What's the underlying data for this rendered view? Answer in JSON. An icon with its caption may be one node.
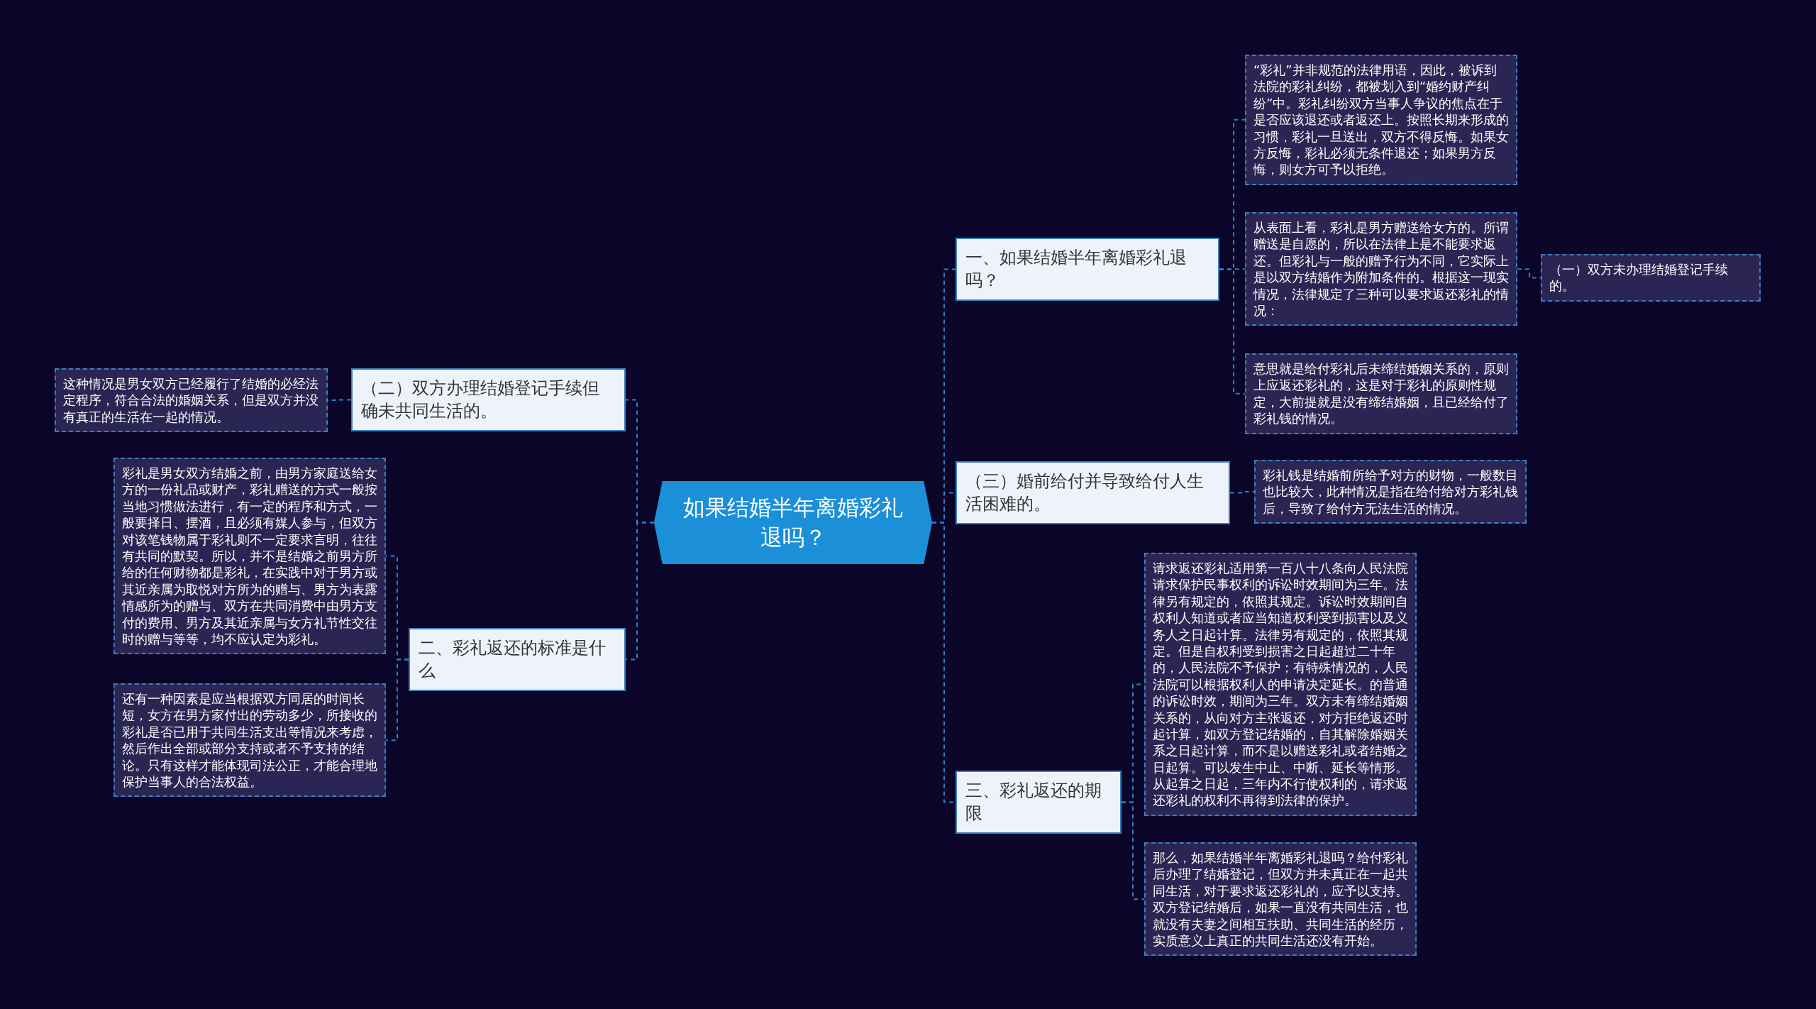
{
  "diagram": {
    "nodes": [
      {
        "text": [
          "如果结婚半年离婚彩礼退吗？"
        ]
      },
      {
        "text": [
          "（二）双方办理结婚登记手续但确未共同生活的。"
        ]
      },
      {
        "text": [
          "这种情况是男女双方已经履行了结婚的必经法定程序，符合合法的婚姻关系，但是双方并没有真正的生活在一起的情况。"
        ]
      },
      {
        "text": [
          "二、彩礼返还的标准是什么"
        ]
      },
      {
        "text": [
          "彩礼是男女双方结婚之前，由男方家庭送给女方的一份礼品或财产，彩礼赠送的方式一般按当地习惯做法进行，有一定的程序和方式，一般要择日、摆酒，且必须有媒人参与，但双方对该笔钱物属于彩礼则不一定要求言明，往往有共同的默契。所以，并不是结婚之前男方所给的任何财物都是彩礼，在实践中对于男方或其近亲属为取悦对方所为的赠与、男方为表露情感所为的赠与、双方在共同消费中由男方支付的费用、男方及其近亲属与女方礼节性交往时的赠与等等，均不应认定为彩礼。"
        ]
      },
      {
        "text": [
          "还有一种因素是应当根据双方同居的时间长短，女方在男方家付出的劳动多少，所接收的彩礼是否已用于共同生活支出等情况来考虑，然后作出全部或部分支持或者不予支持的结论。只有这样才能体现司法公正，才能合理地保护当事人的合法权益。"
        ]
      },
      {
        "text": [
          "一、如果结婚半年离婚彩礼退吗？"
        ]
      },
      {
        "text": [
          "“彩礼”并非规范的法律用语，因此，被诉到法院的彩礼纠纷，都被划入到“婚约财产纠纷”中。彩礼纠纷双方当事人争议的焦点在于是否应该退还或者返还上。按照长期来形成的习惯，彩礼一旦送出，双方不得反悔。如果女方反悔，彩礼必须无条件退还；如果男方反悔，则女方可予以拒绝。"
        ]
      },
      {
        "text": [
          "从表面上看，彩礼是男方赠送给女方的。所谓赠送是自愿的，所以在法律上是不能要求返还。但彩礼与一般的赠予行为不同，它实际上是以双方结婚作为附加条件的。根据这一现实情况，法律规定了三种可以要求返还彩礼的情况："
        ]
      },
      {
        "text": [
          "（一）双方未办理结婚登记手续的。"
        ]
      },
      {
        "text": [
          "意思就是给付彩礼后未缔结婚姻关系的，原则上应返还彩礼的，这是对于彩礼的原则性规定，大前提就是没有缔结婚姻，且已经给付了彩礼钱的情况。"
        ]
      },
      {
        "text": [
          "（三）婚前给付并导致给付人生活困难的。"
        ]
      },
      {
        "text": [
          "彩礼钱是结婚前所给予对方的财物，一般数目也比较大，此种情况是指在给付给对方彩礼钱后，导致了给付方无法生活的情况。"
        ]
      },
      {
        "text": [
          "三、彩礼返还的期限"
        ]
      },
      {
        "text": [
          "请求返还彩礼适用第一百八十八条向人民法院请求保护民事权利的诉讼时效期间为三年。法律另有规定的，依照其规定。诉讼时效期间自权利人知道或者应当知道权利受到损害以及义务人之日起计算。法律另有规定的，依照其规定。但是自权利受到损害之日起超过二十年的，人民法院不予保护；有特殊情况的，人民法院可以根据权利人的申请决定延长。的普通的诉讼时效，期间为三年。双方未有缔结婚姻关系的，从向对方主张返还，对方拒绝返还时起计算，如双方登记结婚的，自其解除婚姻关系之日起计算，而不是以赠送彩礼或者结婚之日起算。可以发生中止、中断、延长等情形。从起算之日起，三年内不行使权利的，请求返还彩礼的权利不再得到法律的保护。"
        ]
      },
      {
        "text": [
          "那么，如果结婚半年离婚彩礼退吗？给付彩礼后办理了结婚登记，但双方并未真正在一起共同生活，对于要求返还彩礼的，应予以支持。双方登记结婚后，如果一直没有共同生活，也就没有夫妻之间相互扶助、共同生活的经历，实质意义上真正的共同生活还没有开始。"
        ]
      }
    ],
    "edges": [
      {
        "from": 0,
        "to": 1,
        "arrow": "none",
        "style": "dashed"
      },
      {
        "from": 1,
        "to": 2,
        "arrow": "none",
        "style": "dashed"
      },
      {
        "from": 0,
        "to": 3,
        "arrow": "none",
        "style": "dashed"
      },
      {
        "from": 3,
        "to": 4,
        "arrow": "none",
        "style": "dashed"
      },
      {
        "from": 3,
        "to": 5,
        "arrow": "none",
        "style": "dashed"
      },
      {
        "from": 0,
        "to": 6,
        "arrow": "none",
        "style": "dashed"
      },
      {
        "from": 6,
        "to": 7,
        "arrow": "none",
        "style": "dashed"
      },
      {
        "from": 6,
        "to": 8,
        "arrow": "none",
        "style": "dashed"
      },
      {
        "from": 8,
        "to": 9,
        "arrow": "none",
        "style": "dashed"
      },
      {
        "from": 6,
        "to": 10,
        "arrow": "none",
        "style": "dashed"
      },
      {
        "from": 0,
        "to": 11,
        "arrow": "none",
        "style": "dashed"
      },
      {
        "from": 11,
        "to": 12,
        "arrow": "none",
        "style": "dashed"
      },
      {
        "from": 0,
        "to": 13,
        "arrow": "none",
        "style": "dashed"
      },
      {
        "from": 13,
        "to": 14,
        "arrow": "none",
        "style": "dashed"
      },
      {
        "from": 13,
        "to": 15,
        "arrow": "none",
        "style": "dashed"
      }
    ]
  }
}
